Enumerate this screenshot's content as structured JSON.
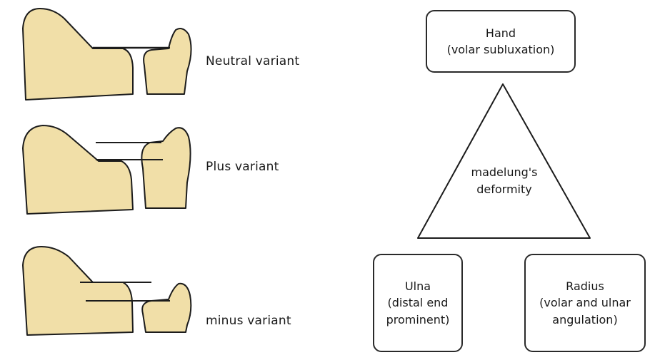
{
  "variants": [
    {
      "label": "Neutral variant"
    },
    {
      "label": "Plus variant"
    },
    {
      "label": "minus variant"
    }
  ],
  "diagram": {
    "top_box": {
      "line1": "Hand",
      "line2": "(volar subluxation)"
    },
    "center": {
      "line1": "madelung's",
      "line2": "deformity"
    },
    "left_box": {
      "line1": "Ulna",
      "line2": "(distal end",
      "line3": "prominent)"
    },
    "right_box": {
      "line1": "Radius",
      "line2": "(volar and ulnar",
      "line3": "angulation)"
    }
  },
  "colors": {
    "bone": "#f1dfa8",
    "bone_outline": "#1c1c1c",
    "line": "#1c1c1c"
  }
}
